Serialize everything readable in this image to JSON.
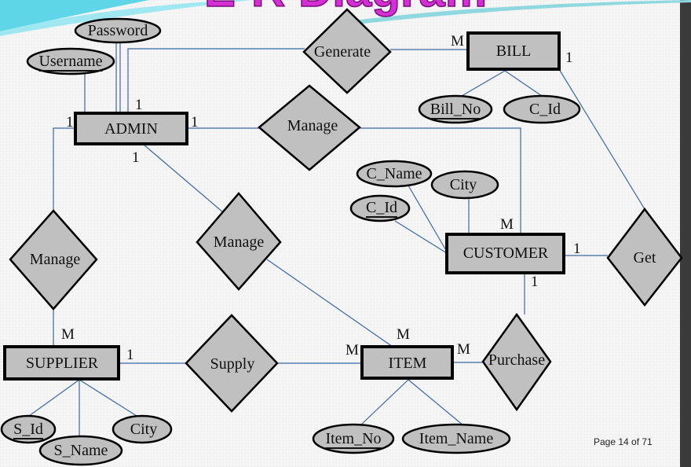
{
  "slide": {
    "title": "E-R Diagram",
    "page_indicator": "Page 14 of 71",
    "colors": {
      "connector": "#3b67a3",
      "shape_fill": "#c0c0c0",
      "title": "#d42fd4",
      "swoosh": "#5fd6e8"
    }
  },
  "entities": {
    "admin": "ADMIN",
    "bill": "BILL",
    "customer": "CUSTOMER",
    "supplier": "SUPPLIER",
    "item": "ITEM"
  },
  "relationships": {
    "generate": "Generate",
    "manage_customer": "Manage",
    "manage_supplier": "Manage",
    "manage_item": "Manage",
    "get": "Get",
    "supply": "Supply",
    "purchase": "Purchase"
  },
  "attributes": {
    "password": "Password",
    "username": "Username",
    "bill_no": "Bill_No",
    "bill_c_id": "C_Id",
    "c_name": "C_Name",
    "city_customer": "City",
    "c_id": "C_Id",
    "s_id": "S_Id",
    "s_name": "S_Name",
    "city_supplier": "City",
    "item_no": "Item_No",
    "item_name": "Item_Name"
  },
  "cardinalities": {
    "bill_generate": "M",
    "bill_get": "1",
    "admin_generate": "1",
    "admin_manage_supplier": "1",
    "admin_manage_customer": "1",
    "admin_manage_item": "1",
    "customer_manage": "M",
    "customer_get": "1",
    "customer_purchase": "1",
    "supplier_manage": "M",
    "supplier_supply": "1",
    "item_supply": "M",
    "item_manage": "M",
    "item_purchase": "M"
  }
}
